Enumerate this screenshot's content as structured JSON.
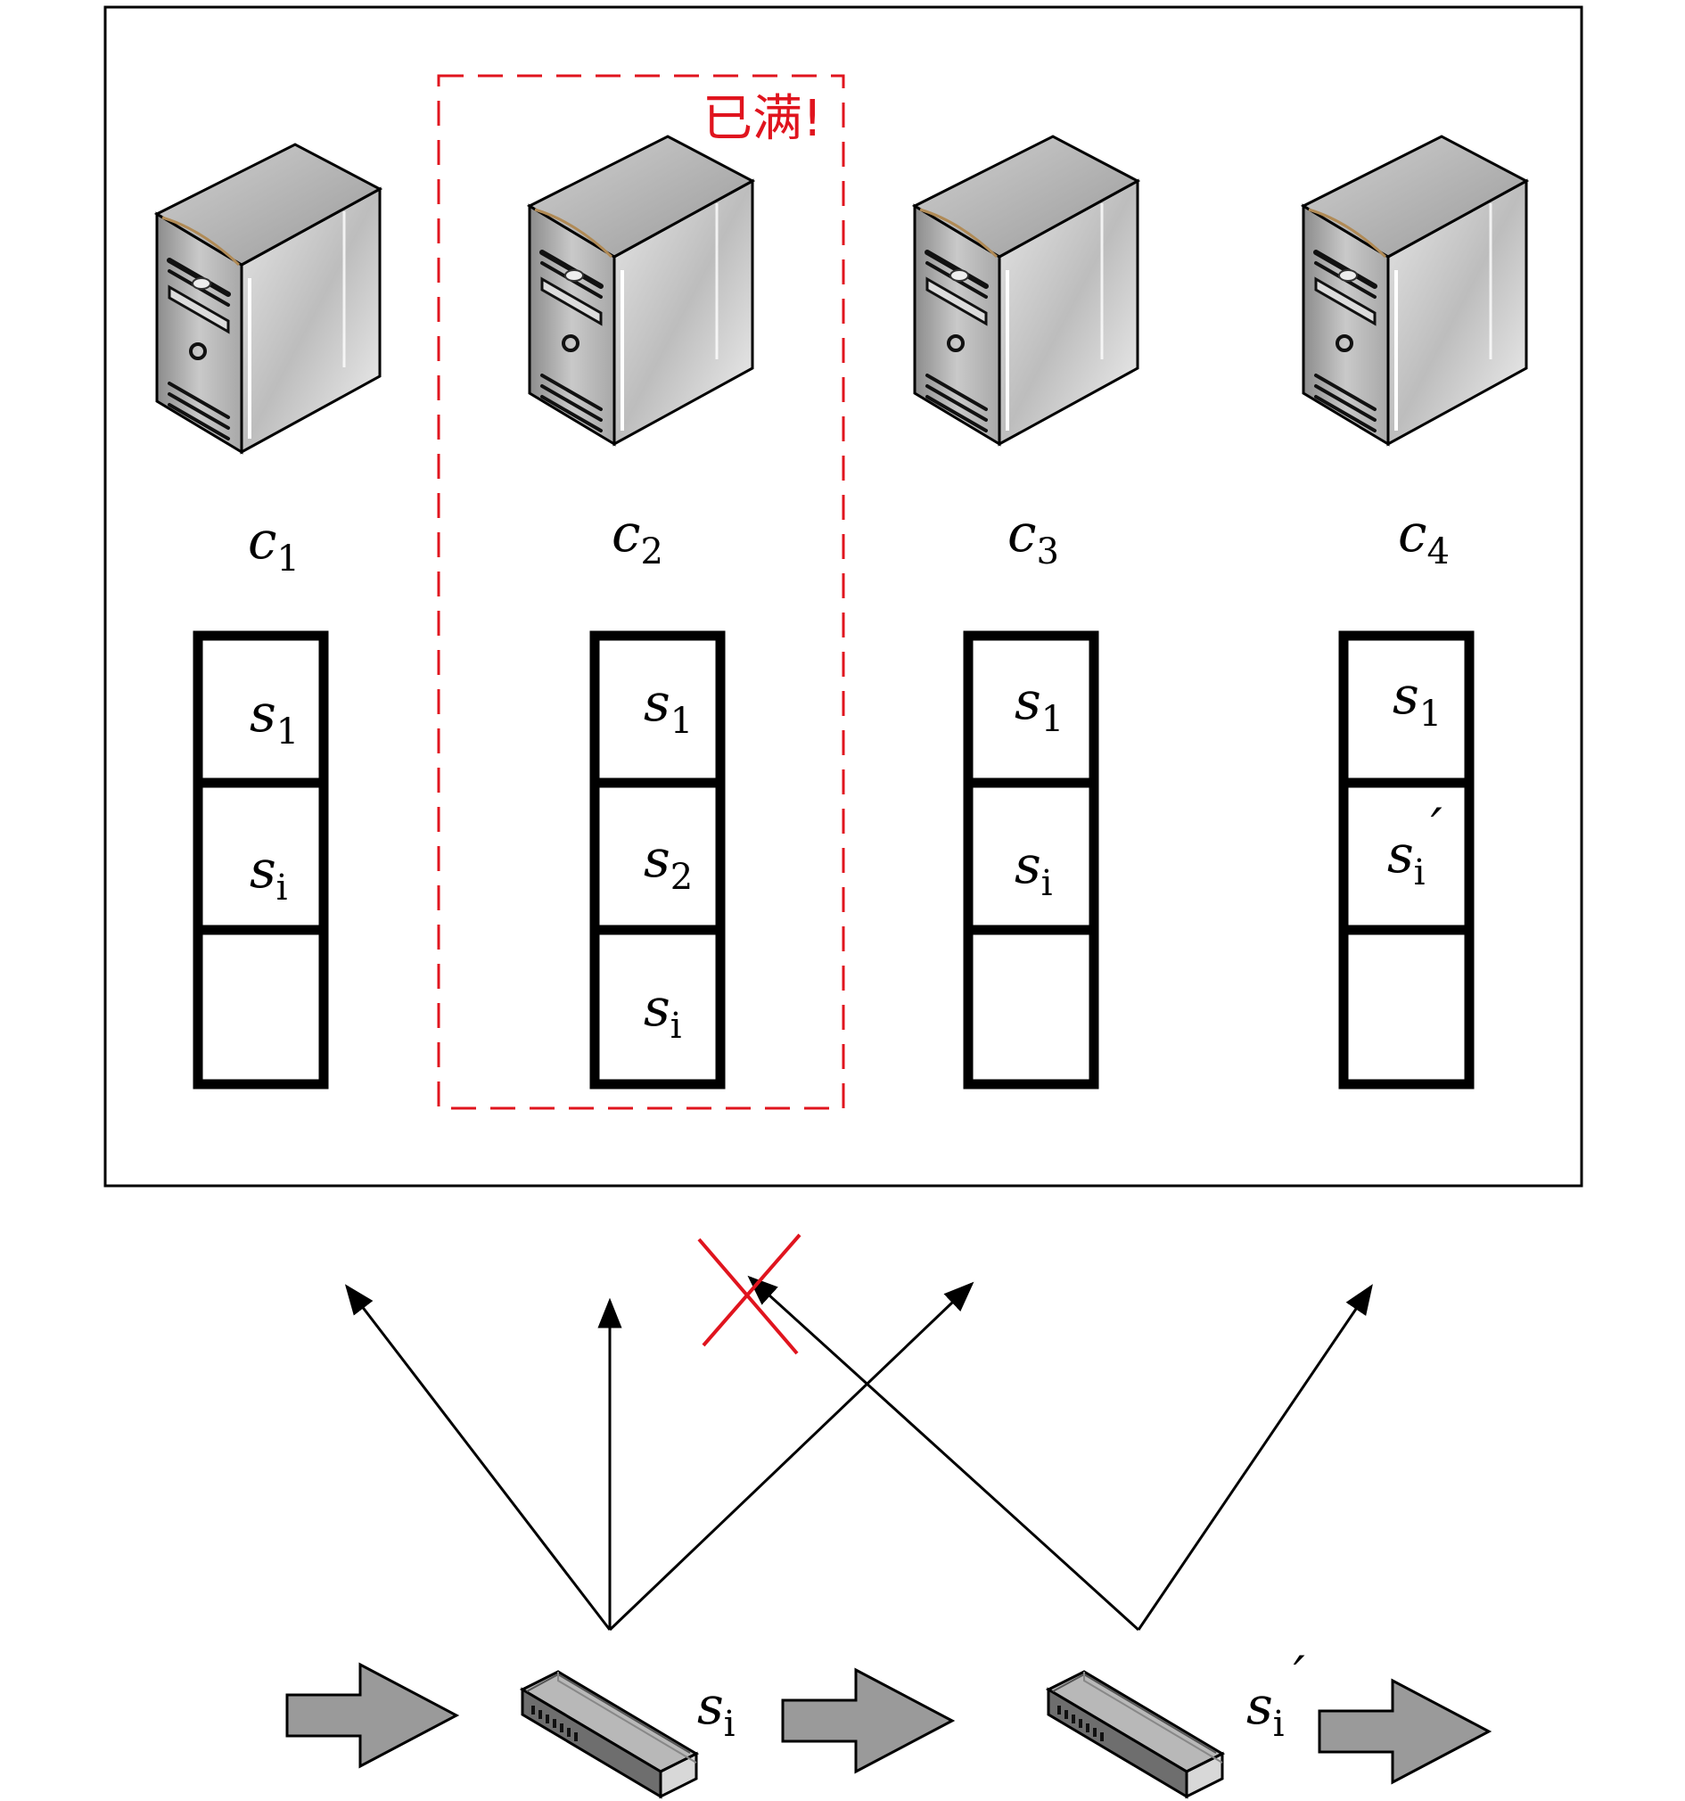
{
  "diagram": {
    "colors": {
      "frame": "#000000",
      "full_marker": "#e0141e",
      "arrow": "#000000",
      "flow_arrow": "#9a9a9a"
    },
    "full_label": "已满!",
    "servers": [
      {
        "base": "c",
        "sub": "1",
        "slots": [
          {
            "base": "s",
            "sub": "1",
            "prime": ""
          },
          {
            "base": "s",
            "sub": "i",
            "prime": ""
          },
          {
            "base": "",
            "sub": "",
            "prime": ""
          }
        ]
      },
      {
        "base": "c",
        "sub": "2",
        "slots": [
          {
            "base": "s",
            "sub": "1",
            "prime": ""
          },
          {
            "base": "s",
            "sub": "2",
            "prime": ""
          },
          {
            "base": "s",
            "sub": "i",
            "prime": ""
          }
        ]
      },
      {
        "base": "c",
        "sub": "3",
        "slots": [
          {
            "base": "s",
            "sub": "1",
            "prime": ""
          },
          {
            "base": "s",
            "sub": "i",
            "prime": ""
          },
          {
            "base": "",
            "sub": "",
            "prime": ""
          }
        ]
      },
      {
        "base": "c",
        "sub": "4",
        "slots": [
          {
            "base": "s",
            "sub": "1",
            "prime": ""
          },
          {
            "base": "s",
            "sub": "i",
            "prime": "′"
          },
          {
            "base": "",
            "sub": "",
            "prime": ""
          }
        ]
      }
    ],
    "switches": [
      {
        "base": "s",
        "sub": "i",
        "prime": ""
      },
      {
        "base": "s",
        "sub": "i",
        "prime": "′"
      }
    ],
    "icons": {
      "server": "server-tower-icon",
      "switch": "network-switch-icon",
      "blocked": "red-cross-icon",
      "flow": "flow-arrow-icon"
    }
  }
}
